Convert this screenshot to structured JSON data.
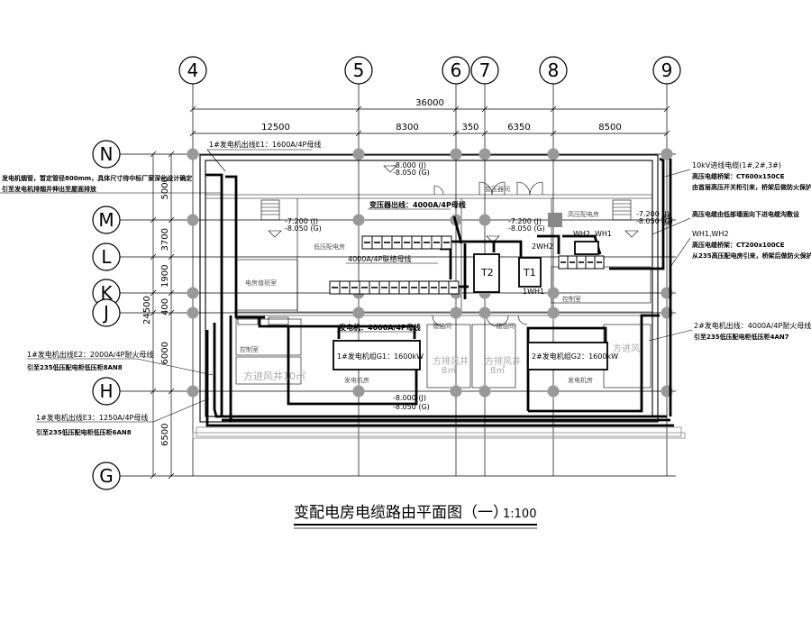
{
  "grid": {
    "columns": [
      "4",
      "5",
      "6",
      "7",
      "8",
      "9"
    ],
    "rows": [
      "N",
      "M",
      "L",
      "K",
      "J",
      "H",
      "G"
    ]
  },
  "dimensions": {
    "total_width": "36000",
    "spans": [
      "12500",
      "8300",
      "350",
      "6350",
      "8500"
    ],
    "total_height": "24500",
    "row_spans": [
      "5000",
      "3700",
      "1900",
      "400",
      "6000",
      "6500"
    ]
  },
  "cables": {
    "e1": "1#发电机出线E1：1600A/4P母线",
    "e2": "1#发电机出线E2：2000A/4P耐火母线",
    "e2_sub": "引至235低压配电柜低压柜8AN8",
    "e3": "1#发电机出线E3：1250A/4P母线",
    "e3_sub": "引至235低压配电柜低压柜6AN8",
    "gen2": "2#发电机出线：4000A/4P耐火母线",
    "gen2_sub": "引至235低压配电柜低压柜4AN7",
    "trans_bus": "变压器出线：4000A/4P母线",
    "lv_bus": "4000A/4P联络母线",
    "gen_bus": "发电机：4000A/4P母线",
    "hv_cable": "10kV进线电缆(1#,2#,3#)",
    "hv_tray": "高压电缆桥架：CT600x150CE",
    "hv_tray_sub": "由首层高压开关柜引来，桥架后做防火保护措施",
    "wh_label": "WH1,WH2",
    "wh_tray": "高压电缆桥架：CT200x100CE",
    "wh_tray_sub": "从235高压配电房引来，桥架后做防火保护措施",
    "wh_note": "高压电缆由低部墙面向下进电缆沟敷设",
    "gen_note_1": "发电机烟管，暂定管径800mm，具体尺寸待中标厂家深化设计确定",
    "gen_note_2": "引至发电机排烟井伸出至屋面排放"
  },
  "levels": {
    "l1a": "-8.000 (J)",
    "l1b": "-8.050 (G)",
    "l2a": "-7.200 (J)",
    "l2b": "-8.050 (G)",
    "l3a": "-7.200 (J)",
    "l3b": "-8.050 (G)",
    "l4a": "-7.200 (J)",
    "l4b": "-8.050 (G)",
    "l5a": "-8.000 (J)",
    "l5b": "-8.050 (G)"
  },
  "equipment": {
    "g1": "1#发电机组G1：1600kW",
    "g2": "2#发电机组G2：1600kW",
    "t1": "T1",
    "t2": "T2",
    "wh1": "1WH1",
    "wh2": "2WH2",
    "wh_small": "WH1",
    "wh_small2": "WH2"
  },
  "rooms": {
    "lv_room": "低压配电房",
    "lv_store": "电房值班室",
    "control": "控制室",
    "gen_room_1": "发电机房",
    "gen_room_2": "发电机房",
    "hv_room": "高压配电房",
    "trans_room": "变压器间",
    "control_2": "控制室",
    "oil_1": "储油间",
    "oil_2": "储油间",
    "shaft_1": "方进风井10㎡",
    "shaft_2": "方排风井",
    "shaft_3": "方排风井",
    "shaft_2b": "8㎡",
    "shaft_3b": "8㎡",
    "shaft_4": "方进风"
  },
  "title": {
    "main": "变配电房电缆路由平面图（一）",
    "scale": "1:100"
  }
}
